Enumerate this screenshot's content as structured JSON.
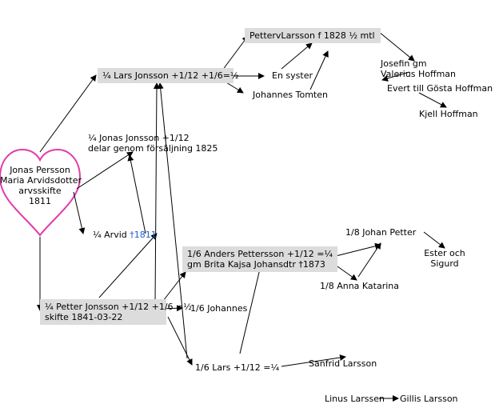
{
  "colors": {
    "heart": "#e03caa",
    "box": "#dcdcdc",
    "highlight": "#1f5fd0",
    "line": "#000000"
  },
  "nodes": {
    "origin": {
      "line1": "Jonas Persson",
      "line2": "Maria Arvidsdotter",
      "line3": "arvsskifte",
      "line4": "1811"
    },
    "lars_jonsson": "¼ Lars Jonsson +1/12 +1/6=½",
    "petter_v": "PettervLarsson f 1828 ½ mtl",
    "en_syster": "En syster",
    "johannes_tomten": "Johannes Tomten",
    "josefin": {
      "line1": "Josefin gm",
      "line2": "Valerius  Hoffman"
    },
    "evert": "Evert till Gösta Hoffman",
    "kjell": "Kjell Hoffman",
    "jonas_jonsson": {
      "line1": "¼ Jonas Jonsson  +1/12",
      "line2": "delar genom försäljning 1825"
    },
    "arvid": {
      "name": "¼ Arvid ",
      "death": "†1811"
    },
    "anders": {
      "line1": "1/6 Anders Pettersson +1/12 =¼",
      "line2": "gm Brita Kajsa Johansdtr  †1873"
    },
    "johan_petter": "1/8 Johan Petter",
    "ester": {
      "line1": "Ester och",
      "line2": "Sigurd"
    },
    "anna_katarina": "1/8 Anna Katarina",
    "petter_jonsson": {
      "line1": "¼ Petter Jonsson +1/12  +1/6 =½",
      "line2": "skifte 1841-03-22"
    },
    "johannes": "1/6 Johannes",
    "lars": "1/6 Lars +1/12 =¼",
    "sanfrid": "Sanfrid Larsson",
    "linus": "Linus Larssen",
    "gillis": "Gillis Larsson"
  }
}
